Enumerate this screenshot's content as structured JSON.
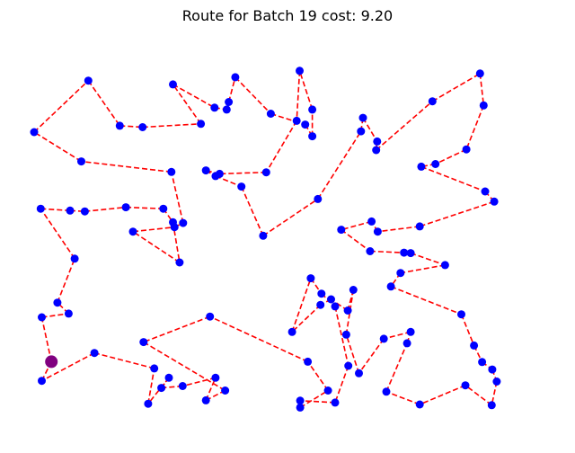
{
  "chart_data": {
    "type": "scatter",
    "title": "Route for Batch 19 cost: 9.20",
    "xlabel": "",
    "ylabel": "",
    "axes_visible": false,
    "grid": false,
    "xlim": [
      0,
      1
    ],
    "ylim": [
      0,
      1
    ],
    "route_color": "#ff0000",
    "route_style": "dashed",
    "node_color": "#0000ff",
    "depot_color": "#800080",
    "depot": [
      0.034,
      0.831
    ],
    "route": [
      [
        0.034,
        0.831
      ],
      [
        0.015,
        0.713
      ],
      [
        0.068,
        0.703
      ],
      [
        0.046,
        0.674
      ],
      [
        0.08,
        0.557
      ],
      [
        0.013,
        0.424
      ],
      [
        0.071,
        0.429
      ],
      [
        0.1,
        0.431
      ],
      [
        0.181,
        0.42
      ],
      [
        0.255,
        0.424
      ],
      [
        0.274,
        0.46
      ],
      [
        0.287,
        0.567
      ],
      [
        0.195,
        0.485
      ],
      [
        0.277,
        0.473
      ],
      [
        0.294,
        0.462
      ],
      [
        0.271,
        0.326
      ],
      [
        0.093,
        0.298
      ],
      [
        0.0,
        0.22
      ],
      [
        0.107,
        0.083
      ],
      [
        0.169,
        0.203
      ],
      [
        0.214,
        0.207
      ],
      [
        0.329,
        0.198
      ],
      [
        0.274,
        0.093
      ],
      [
        0.356,
        0.155
      ],
      [
        0.38,
        0.16
      ],
      [
        0.384,
        0.14
      ],
      [
        0.397,
        0.074
      ],
      [
        0.467,
        0.171
      ],
      [
        0.535,
        0.2
      ],
      [
        0.549,
        0.231
      ],
      [
        0.549,
        0.16
      ],
      [
        0.524,
        0.057
      ],
      [
        0.518,
        0.19
      ],
      [
        0.458,
        0.327
      ],
      [
        0.366,
        0.331
      ],
      [
        0.339,
        0.322
      ],
      [
        0.358,
        0.337
      ],
      [
        0.409,
        0.365
      ],
      [
        0.452,
        0.496
      ],
      [
        0.56,
        0.398
      ],
      [
        0.645,
        0.218
      ],
      [
        0.649,
        0.182
      ],
      [
        0.677,
        0.245
      ],
      [
        0.675,
        0.268
      ],
      [
        0.786,
        0.138
      ],
      [
        0.88,
        0.064
      ],
      [
        0.887,
        0.149
      ],
      [
        0.853,
        0.266
      ],
      [
        0.792,
        0.305
      ],
      [
        0.764,
        0.312
      ],
      [
        0.89,
        0.378
      ],
      [
        0.908,
        0.405
      ],
      [
        0.761,
        0.471
      ],
      [
        0.678,
        0.485
      ],
      [
        0.666,
        0.458
      ],
      [
        0.606,
        0.48
      ],
      [
        0.663,
        0.537
      ],
      [
        0.73,
        0.541
      ],
      [
        0.743,
        0.542
      ],
      [
        0.811,
        0.574
      ],
      [
        0.723,
        0.595
      ],
      [
        0.704,
        0.631
      ],
      [
        0.843,
        0.705
      ],
      [
        0.868,
        0.788
      ],
      [
        0.884,
        0.832
      ],
      [
        0.904,
        0.852
      ],
      [
        0.913,
        0.884
      ],
      [
        0.903,
        0.947
      ],
      [
        0.851,
        0.894
      ],
      [
        0.761,
        0.945
      ],
      [
        0.695,
        0.911
      ],
      [
        0.736,
        0.782
      ],
      [
        0.743,
        0.752
      ],
      [
        0.69,
        0.77
      ],
      [
        0.641,
        0.862
      ],
      [
        0.616,
        0.759
      ],
      [
        0.63,
        0.64
      ],
      [
        0.619,
        0.695
      ],
      [
        0.586,
        0.665
      ],
      [
        0.565,
        0.68
      ],
      [
        0.509,
        0.752
      ],
      [
        0.546,
        0.609
      ],
      [
        0.567,
        0.65
      ],
      [
        0.594,
        0.684
      ],
      [
        0.62,
        0.842
      ],
      [
        0.594,
        0.94
      ],
      [
        0.525,
        0.935
      ],
      [
        0.525,
        0.953
      ],
      [
        0.58,
        0.908
      ],
      [
        0.54,
        0.831
      ],
      [
        0.347,
        0.711
      ],
      [
        0.216,
        0.779
      ],
      [
        0.377,
        0.908
      ],
      [
        0.339,
        0.934
      ],
      [
        0.358,
        0.874
      ],
      [
        0.293,
        0.896
      ],
      [
        0.251,
        0.901
      ],
      [
        0.266,
        0.874
      ],
      [
        0.225,
        0.943
      ],
      [
        0.237,
        0.849
      ],
      [
        0.119,
        0.808
      ],
      [
        0.015,
        0.882
      ],
      [
        0.034,
        0.831
      ]
    ]
  }
}
